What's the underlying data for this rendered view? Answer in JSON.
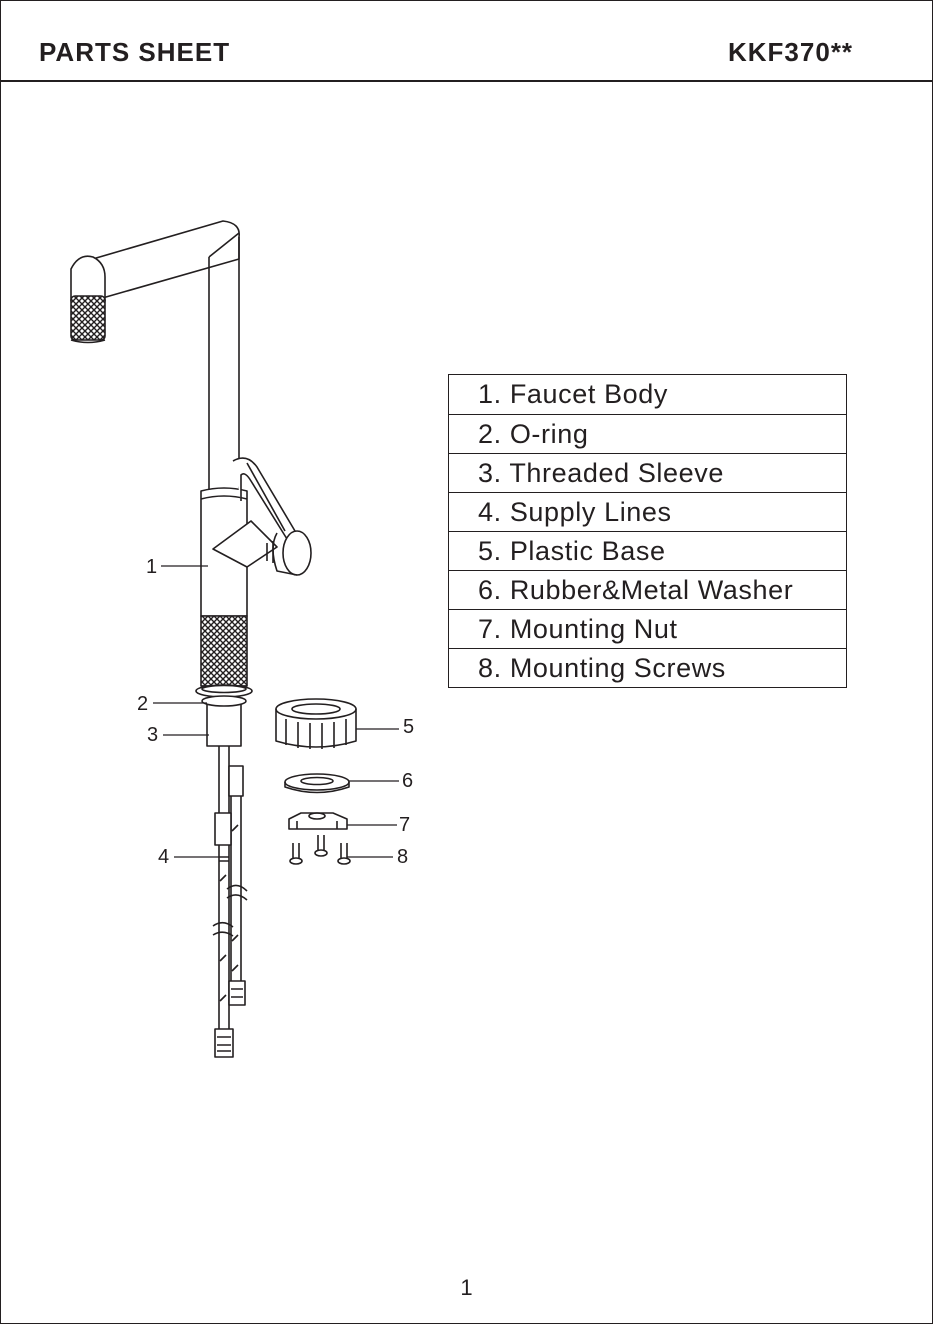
{
  "header": {
    "title": "PARTS SHEET",
    "model": "KKF370**"
  },
  "parts": [
    {
      "number": "1",
      "label": "1. Faucet Body"
    },
    {
      "number": "2",
      "label": "2. O-ring"
    },
    {
      "number": "3",
      "label": "3. Threaded Sleeve"
    },
    {
      "number": "4",
      "label": "4. Supply Lines"
    },
    {
      "number": "5",
      "label": "5. Plastic Base"
    },
    {
      "number": "6",
      "label": "6. Rubber&Metal Washer"
    },
    {
      "number": "7",
      "label": "7. Mounting Nut"
    },
    {
      "number": "8",
      "label": "8. Mounting Screws"
    }
  ],
  "callouts": {
    "c1": "1",
    "c2": "2",
    "c3": "3",
    "c4": "4",
    "c5": "5",
    "c6": "6",
    "c7": "7",
    "c8": "8"
  },
  "footer": {
    "page_number": "1"
  }
}
